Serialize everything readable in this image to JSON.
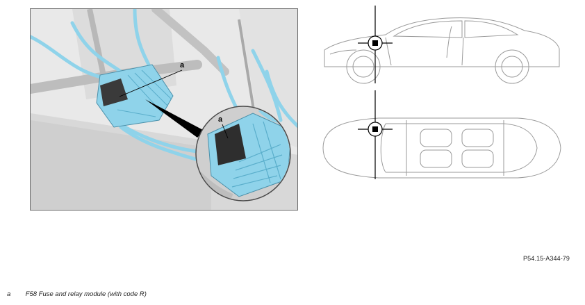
{
  "figure": {
    "callout_letter": "a",
    "reference_code": "P54.15-A344-79"
  },
  "legend": {
    "items": [
      {
        "key": "a",
        "text": "F58 Fuse and relay module (with code R)"
      }
    ]
  },
  "colors": {
    "highlight": "#8fd3ea",
    "highlight_dark": "#5aaecb",
    "line_art": "#9a9a9a",
    "marker": "#000000"
  }
}
